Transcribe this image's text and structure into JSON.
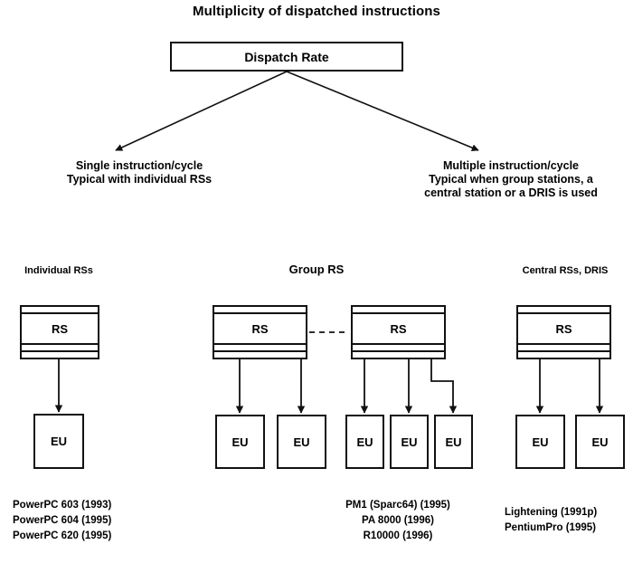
{
  "title": "Multiplicity of dispatched instructions",
  "root_box": {
    "label": "Dispatch Rate"
  },
  "branches": {
    "left": {
      "label": "Single instruction/cycle\nTypical with individual RSs"
    },
    "right": {
      "label": "Multiple instruction/cycle\nTypical when group stations, a\ncentral station or a DRIS is used"
    }
  },
  "sections": [
    {
      "id": "individual",
      "heading": "Individual RSs",
      "rs_boxes": [
        {
          "label": "RS"
        }
      ],
      "eu_boxes": [
        {
          "label": "EU"
        }
      ],
      "processors": "PowerPC 603 (1993)\nPowerPC 604 (1995)\nPowerPC 620 (1995)"
    },
    {
      "id": "group",
      "heading": "Group RS",
      "rs_boxes": [
        {
          "label": "RS"
        },
        {
          "label": "RS"
        }
      ],
      "eu_boxes": [
        {
          "label": "EU"
        },
        {
          "label": "EU"
        },
        {
          "label": "EU"
        },
        {
          "label": "EU"
        },
        {
          "label": "EU"
        }
      ],
      "processors": "PM1 (Sparc64) (1995)\nPA 8000 (1996)\nR10000 (1996)"
    },
    {
      "id": "central",
      "heading": "Central RSs, DRIS",
      "rs_boxes": [
        {
          "label": "RS"
        }
      ],
      "eu_boxes": [
        {
          "label": "EU"
        },
        {
          "label": "EU"
        }
      ],
      "processors": "Lightening (1991p)\nPentiumPro (1995)"
    }
  ],
  "colors": {
    "stroke": "#111111",
    "background": "#ffffff",
    "text": "#000000"
  }
}
